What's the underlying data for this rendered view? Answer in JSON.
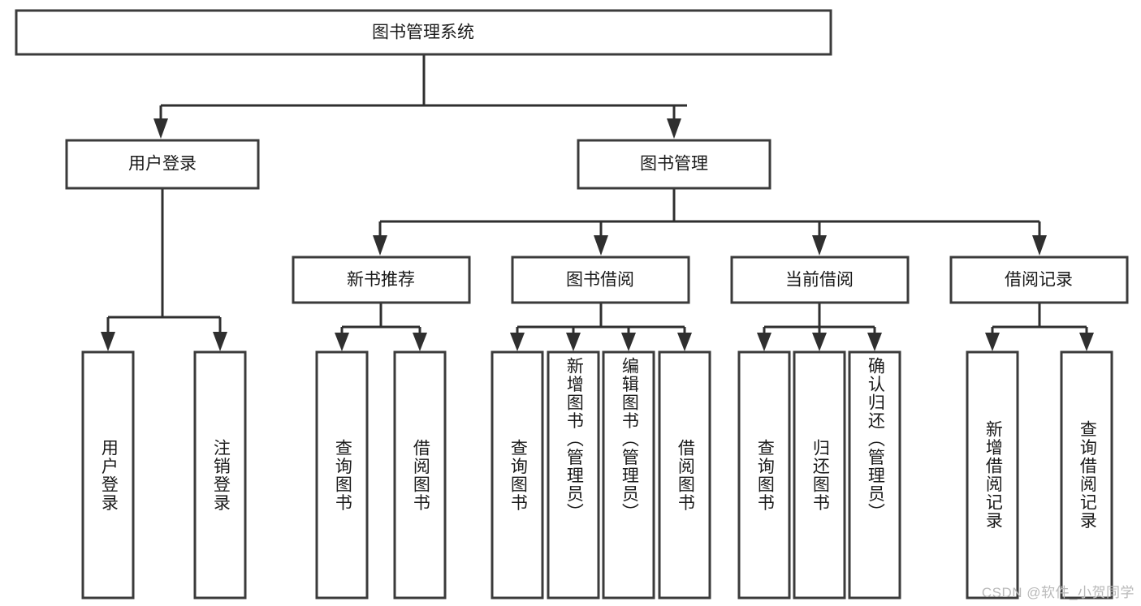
{
  "diagram": {
    "title": "图书管理系统",
    "type": "tree-hierarchy-chart",
    "watermark": "CSDN @软件_小贺同学",
    "colors": {
      "box_stroke": "#3b3b3b",
      "connector": "#2f2f2f",
      "text": "#1a1a1a",
      "background": "#ffffff",
      "watermark": "#b9b9b9"
    },
    "root": {
      "label": "图书管理系统"
    },
    "level2": [
      {
        "label": "用户登录"
      },
      {
        "label": "图书管理"
      }
    ],
    "level3": [
      {
        "label": "新书推荐"
      },
      {
        "label": "图书借阅"
      },
      {
        "label": "当前借阅"
      },
      {
        "label": "借阅记录"
      }
    ],
    "leaves": {
      "user_login": [
        {
          "label": "用户登录"
        },
        {
          "label": "注销登录"
        }
      ],
      "new_book_recommend": [
        {
          "label": "查询图书"
        },
        {
          "label": "借阅图书"
        }
      ],
      "book_borrow": [
        {
          "label": "查询图书"
        },
        {
          "label": "新增图书（管理员）"
        },
        {
          "label": "编辑图书（管理员）"
        },
        {
          "label": "借阅图书"
        }
      ],
      "current_borrow": [
        {
          "label": "查询图书"
        },
        {
          "label": "归还图书"
        },
        {
          "label": "确认归还（管理员）"
        }
      ],
      "borrow_record": [
        {
          "label": "新增借阅记录"
        },
        {
          "label": "查询借阅记录"
        }
      ]
    }
  }
}
